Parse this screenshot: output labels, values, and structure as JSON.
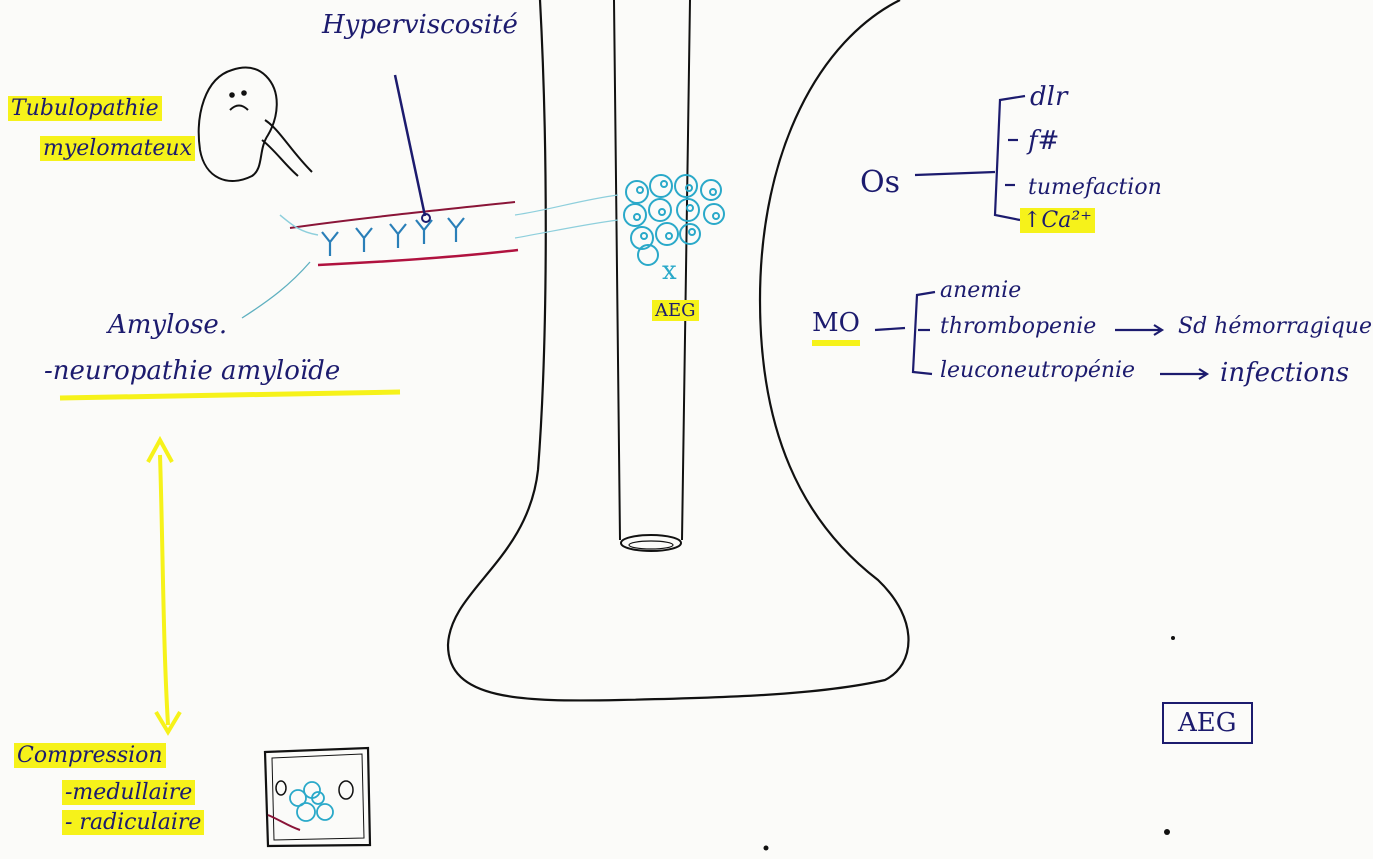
{
  "labels": {
    "hyperviscosite": "Hyperviscosité",
    "tubulopathie_1": "Tubulopathie",
    "tubulopathie_2": "myelomateux",
    "amylose": "Amylose.",
    "neuropathie": "-neuropathie amyloïde",
    "compression": "Compression",
    "medullaire": "-medullaire",
    "radiculaire": "- radiculaire",
    "aeg_bone": "AEG",
    "marker_x": "x",
    "os": "Os",
    "os_items": [
      "dlr",
      "f#",
      "tumefaction",
      "↑Ca²⁺"
    ],
    "mo": "MO",
    "mo_items": [
      "anemie",
      "thrombopenie",
      "leuconeutropénie"
    ],
    "mo_consequences": [
      "Sd hémorragique",
      "infections"
    ],
    "aeg_box": "AEG"
  },
  "colors": {
    "ink": "#1c1b6e",
    "highlight": "#f6f21a",
    "cells": "#2aa9c9",
    "vessel": "#8a1538",
    "pencil": "#111111"
  }
}
